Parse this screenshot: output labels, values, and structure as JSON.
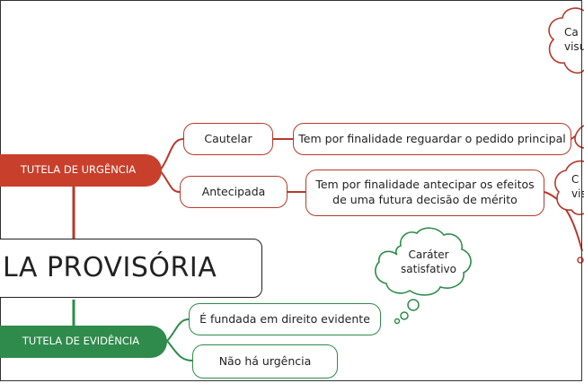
{
  "central": {
    "label": "LA PROVISÓRIA"
  },
  "branches": {
    "urgencia": {
      "label": "TUTELA DE URGÊNCIA",
      "color": "#c8402c",
      "children": [
        {
          "label": "Cautelar",
          "detail": "Tem por finalidade reguardar o pedido principal"
        },
        {
          "label": "Antecipada",
          "detail_line1": "Tem por finalidade antecipar os efeitos",
          "detail_line2": "de uma futura decisão de mérito"
        }
      ],
      "clouds": [
        {
          "line1": "Ca",
          "line2": "visu"
        },
        {
          "line1": "C",
          "line2": "vis"
        }
      ]
    },
    "evidencia": {
      "label": "TUTELA DE EVIDÊNCIA",
      "color": "#2f8b4c",
      "children": [
        {
          "label": "É fundada em direito evidente"
        },
        {
          "label": "Não há urgência"
        }
      ],
      "cloud": {
        "line1": "Caráter",
        "line2": "satisfativo"
      }
    }
  }
}
